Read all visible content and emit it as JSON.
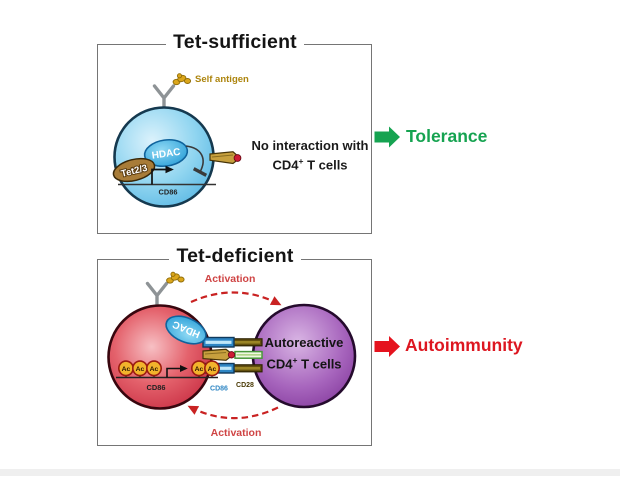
{
  "figure": {
    "top_panel": {
      "title": "Tet-sufficient",
      "self_antigen": "Self antigen",
      "hdac": "HDAC",
      "tet": "Tet2/3",
      "gene": "CD86",
      "note_line1": "No interaction with",
      "note_cd4": "CD4",
      "note_sup": "+",
      "note_tail": " T cells",
      "outcome": "Tolerance"
    },
    "bottom_panel": {
      "title": "Tet-deficient",
      "hdac": "HDAC",
      "ac": "Ac",
      "gene": "CD86",
      "activation_top": "Activation",
      "activation_bottom": "Activation",
      "ligand_label": "CD86",
      "receptor_label": "CD28",
      "tcell_line1": "Autoreactive",
      "tcell_cd4": "CD4",
      "tcell_sup": "+",
      "tcell_tail": " T cells",
      "outcome": "Autoimmunity"
    },
    "colors": {
      "tolerance_green": "#16a351",
      "autoimmunity_red": "#e5131e",
      "activation_red": "#c92222",
      "b_cell_blue": "#6cc3ea",
      "b_cell_red": "#c81f38",
      "t_cell_purple": "#8b3fa0",
      "self_antigen_gold": "#dba61b",
      "panel_border_gray": "#757575"
    }
  }
}
